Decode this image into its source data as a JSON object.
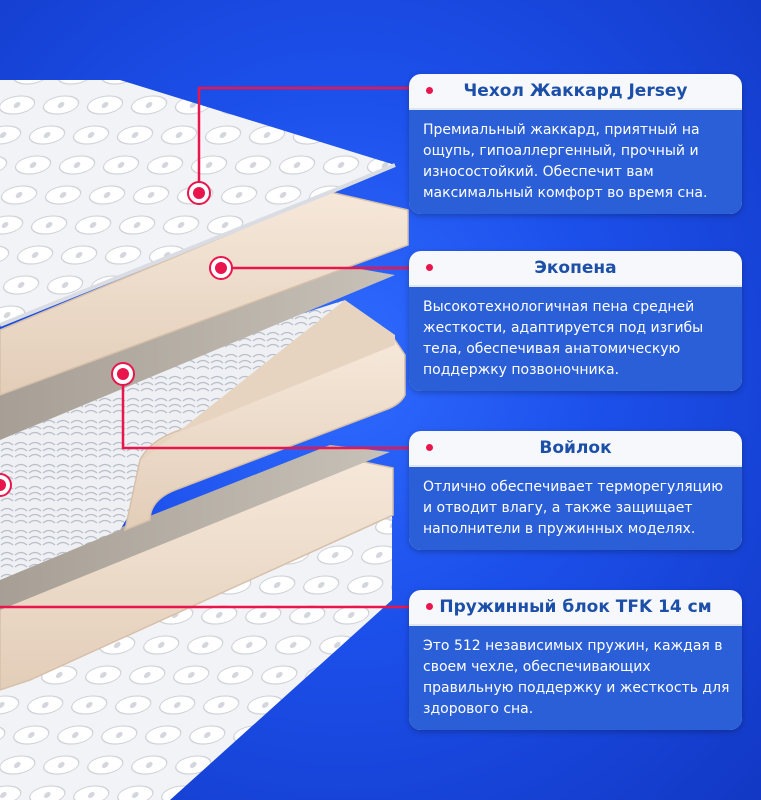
{
  "cards": [
    {
      "title": "Чехол Жаккард Jersey",
      "text": "Премиальный жаккард, приятный на ощупь, гипоаллергенный, прочный и износостойкий. Обеспечит вам максимальный комфорт во время сна."
    },
    {
      "title": "Экопена",
      "text": "Высокотехнологичная пена средней жесткости, адаптируется под изгибы тела, обеспечивая анатомическую поддержку позвоночника."
    },
    {
      "title": "Войлок",
      "text": "Отлично обеспечивает терморегуляцию и отводит влагу, а также защищает наполнители в пружинных моделях."
    },
    {
      "title": "Пружинный блок TFK 14 см",
      "text": "Это 512 независимых пружин, каждая в своем чехле, обеспечивающих правильную поддержку и жесткость для здорового сна."
    }
  ],
  "colors": {
    "background": "#1c4fea",
    "card_background": "#f7f8fb",
    "title_color": "#1b4fa8",
    "marker_color": "#e8164c",
    "foam_color": "#efdcc9",
    "felt_color": "#b9b2a8"
  }
}
